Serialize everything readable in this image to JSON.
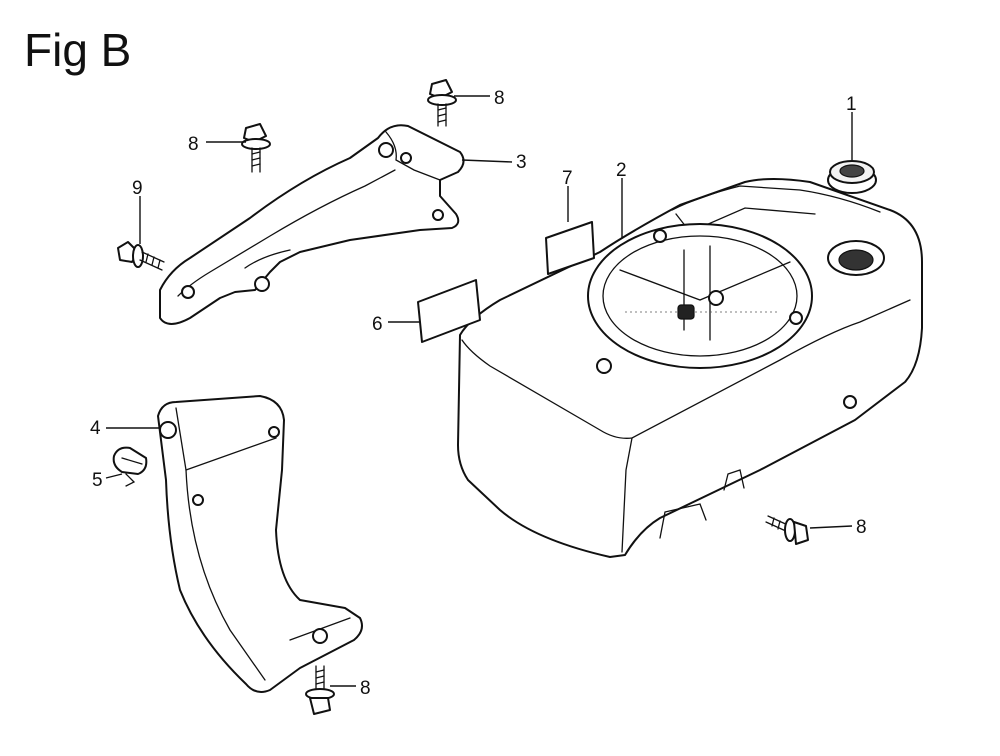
{
  "figure": {
    "title": "Fig B"
  },
  "callouts": {
    "c1": "1",
    "c2": "2",
    "c3": "3",
    "c4": "4",
    "c5": "5",
    "c6": "6",
    "c7": "7",
    "c8a": "8",
    "c8b": "8",
    "c8c": "8",
    "c8d": "8",
    "c9": "9"
  }
}
